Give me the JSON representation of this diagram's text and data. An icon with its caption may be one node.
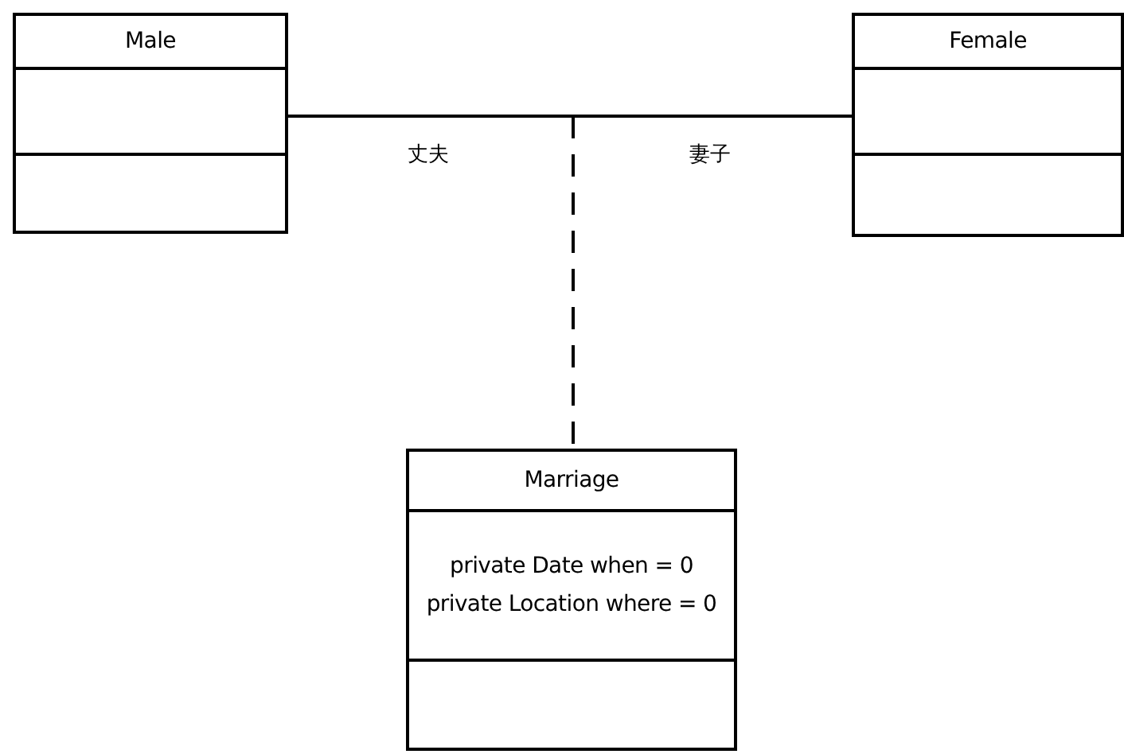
{
  "diagram": {
    "nodes": [
      {
        "text": [
          "Male"
        ]
      },
      {
        "text": [
          "Female"
        ]
      },
      {
        "text": [
          "Marriage",
          "private Date when = 0",
          "private Location where = 0"
        ]
      }
    ],
    "edges": [
      {
        "from": 0,
        "to": 1,
        "arrow": "none"
      },
      {
        "from": null,
        "to": 2,
        "arrow": "none",
        "style": "dashed"
      }
    ],
    "labels": [
      "丈夫",
      "妻子"
    ]
  }
}
